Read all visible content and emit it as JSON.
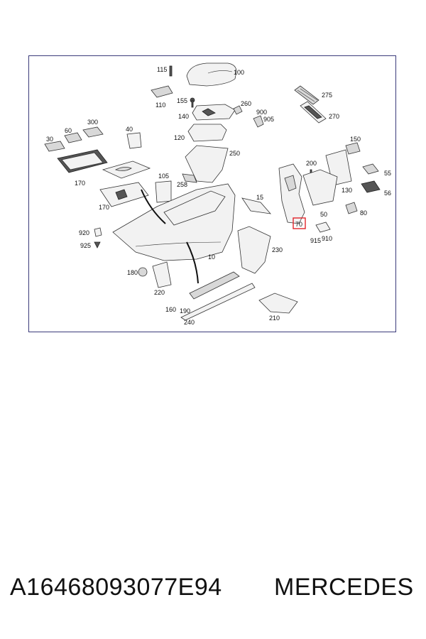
{
  "diagram": {
    "callouts": [
      "115",
      "100",
      "155",
      "110",
      "275",
      "260",
      "140",
      "900",
      "905",
      "270",
      "300",
      "60",
      "30",
      "40",
      "120",
      "150",
      "250",
      "200",
      "55",
      "170",
      "105",
      "258",
      "130",
      "15",
      "56",
      "170",
      "50",
      "80",
      "70",
      "920",
      "915",
      "910",
      "925",
      "10",
      "230",
      "180",
      "220",
      "160",
      "190",
      "210",
      "240"
    ],
    "highlighted_callout": "70"
  },
  "caption": {
    "part_number": "A16468093077E94",
    "brand": "MERCEDES"
  },
  "colors": {
    "frame": "#3a3a7a",
    "highlight": "#e0242a",
    "text": "#111111"
  }
}
